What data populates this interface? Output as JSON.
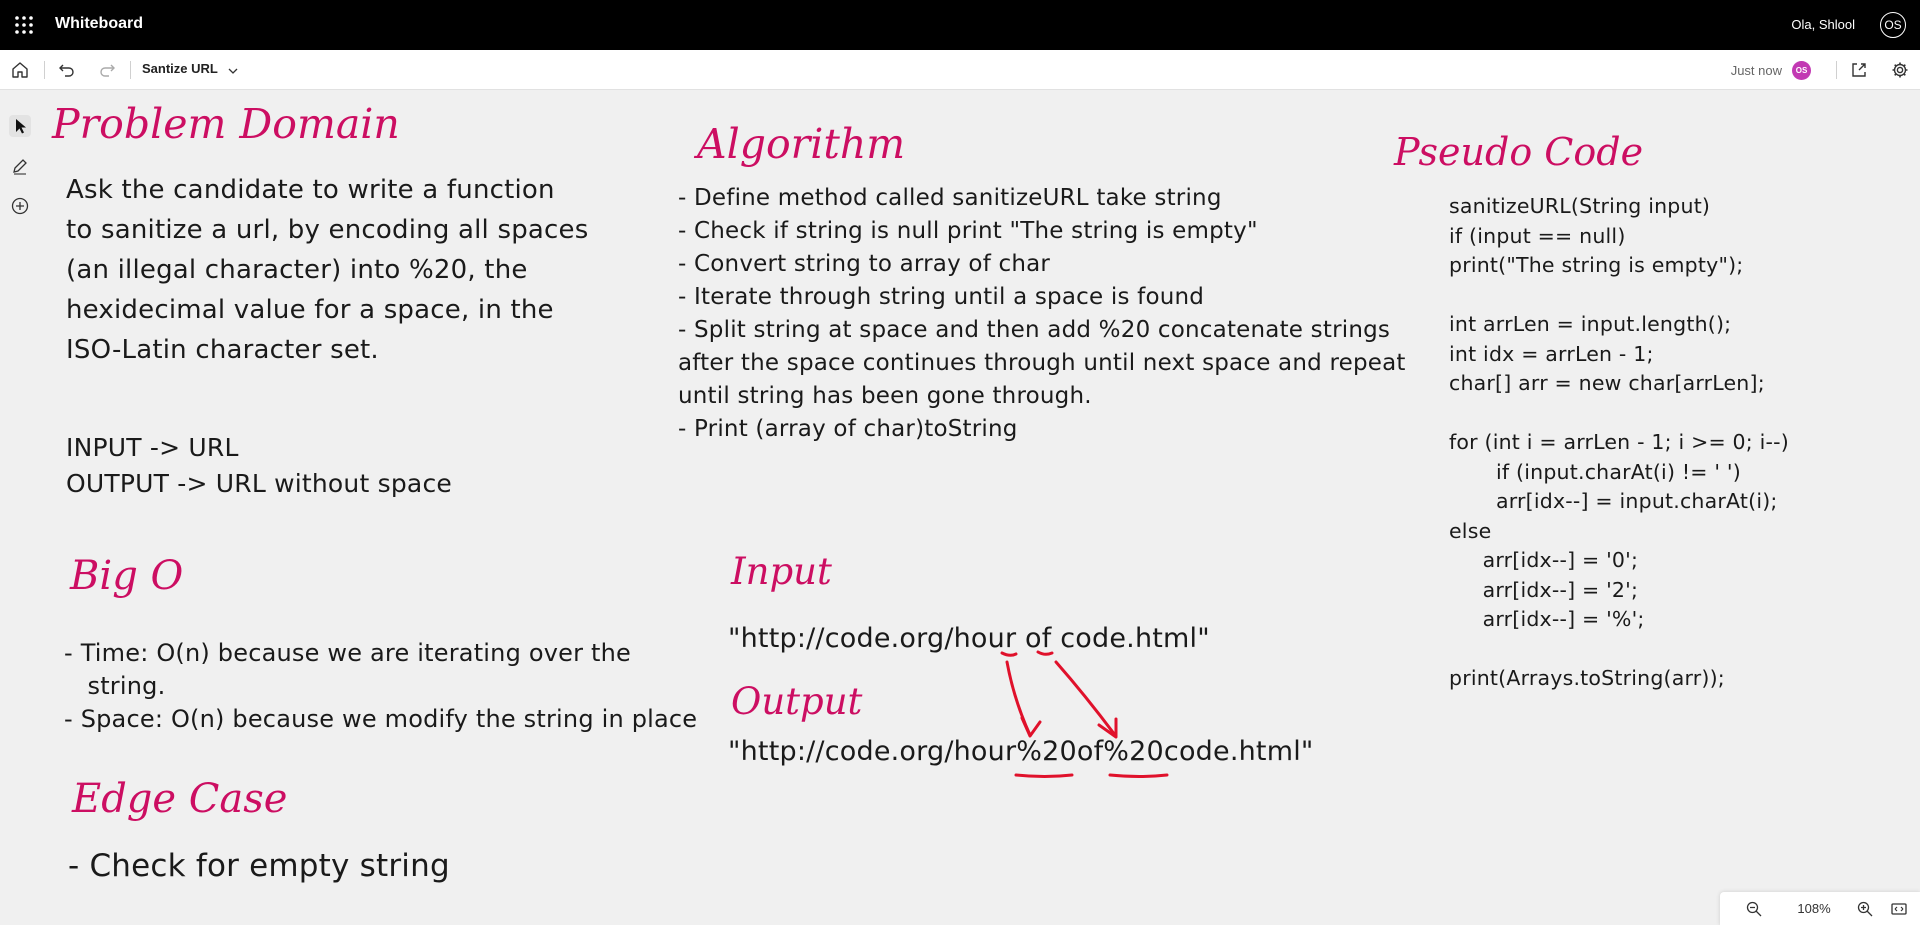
{
  "app": {
    "title": "Whiteboard",
    "user_name": "Ola, Shlool",
    "user_initials": "OS"
  },
  "toolbar": {
    "board_name": "Santize URL",
    "save_status": "Just now",
    "collaborator_initials": "OS"
  },
  "canvas": {
    "problem_domain": {
      "heading": "Problem Domain",
      "text": "Ask the candidate to write a function\nto sanitize a url, by encoding all spaces\n(an illegal character) into %20, the\nhexidecimal value for a space, in the\nISO-Latin character set.",
      "io": "INPUT -> URL\nOUTPUT -> URL without space"
    },
    "big_o": {
      "heading": "Big O",
      "text": "- Time: O(n) because we are iterating over the\n   string.\n- Space: O(n) because we modify the string in place"
    },
    "edge_case": {
      "heading": "Edge Case",
      "text": "- Check for empty string"
    },
    "algorithm": {
      "heading": "Algorithm",
      "text": "- Define method called sanitizeURL take string\n- Check if string is null print \"The string is empty\"\n- Convert string to array of char\n- Iterate through string until a space is found\n- Split string at space and then add %20 concatenate strings\nafter the space continues through until next space and repeat\nuntil string has been gone through.\n- Print (array of char)toString"
    },
    "input": {
      "heading": "Input",
      "value": "\"http://code.org/hour of code.html\""
    },
    "output": {
      "heading": "Output",
      "value": "\"http://code.org/hour%20of%20code.html\""
    },
    "pseudo_code": {
      "heading": "Pseudo Code",
      "text": "sanitizeURL(String input)\nif (input == null)\nprint(\"The string is empty\");\n\nint arrLen = input.length();\nint idx = arrLen - 1;\nchar[] arr = new char[arrLen];\n\nfor (int i = arrLen - 1; i >= 0; i--)\n       if (input.charAt(i) != ' ')\n       arr[idx--] = input.charAt(i);\nelse\n     arr[idx--] = '0';\n     arr[idx--] = '2';\n     arr[idx--] = '%';\n\nprint(Arrays.toString(arr));"
    }
  },
  "zoom": {
    "level": "108%"
  },
  "colors": {
    "accent_heading": "#cc0e62",
    "annotation_red": "#e0112b",
    "avatar_bg": "#c239b3"
  }
}
